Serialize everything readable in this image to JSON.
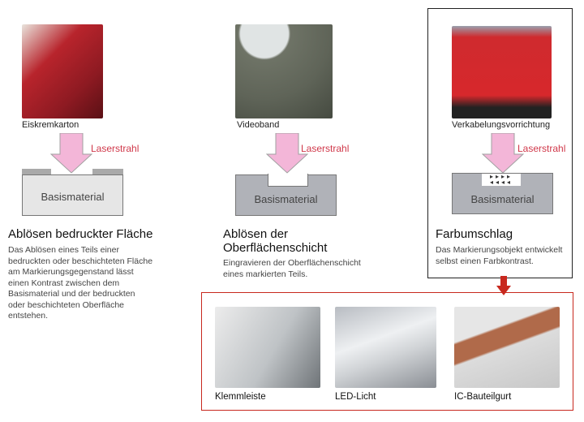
{
  "laser_label": "Laserstrahl",
  "base_label": "Basismaterial",
  "methods": [
    {
      "object": "Eiskremkarton",
      "title": "Ablösen bedruckter Fläche",
      "description": "Das Ablösen eines Teils einer bedruckten oder beschichteten Fläche am Markierungsgegenstand lässt einen Kontrast zwischen dem Basismaterial und der bedruckten oder beschichteten Oberfläche entstehen."
    },
    {
      "object": "Videoband",
      "title": "Ablösen der Oberflächenschicht",
      "description": "Eingravieren der Oberflächenschicht eines markierten Teils."
    },
    {
      "object": "Verkabelungsvorrichtung",
      "title": "Farbumschlag",
      "description": "Das Markierungsobjekt entwickelt selbst einen Farbkontrast."
    }
  ],
  "examples": [
    {
      "label": "Klemmleiste"
    },
    {
      "label": "LED-Licht"
    },
    {
      "label": "IC-Bauteilgurt"
    }
  ],
  "colors": {
    "accent": "#c8281e",
    "arrow": "#f3b6d8",
    "laser_text": "#d0384a"
  }
}
